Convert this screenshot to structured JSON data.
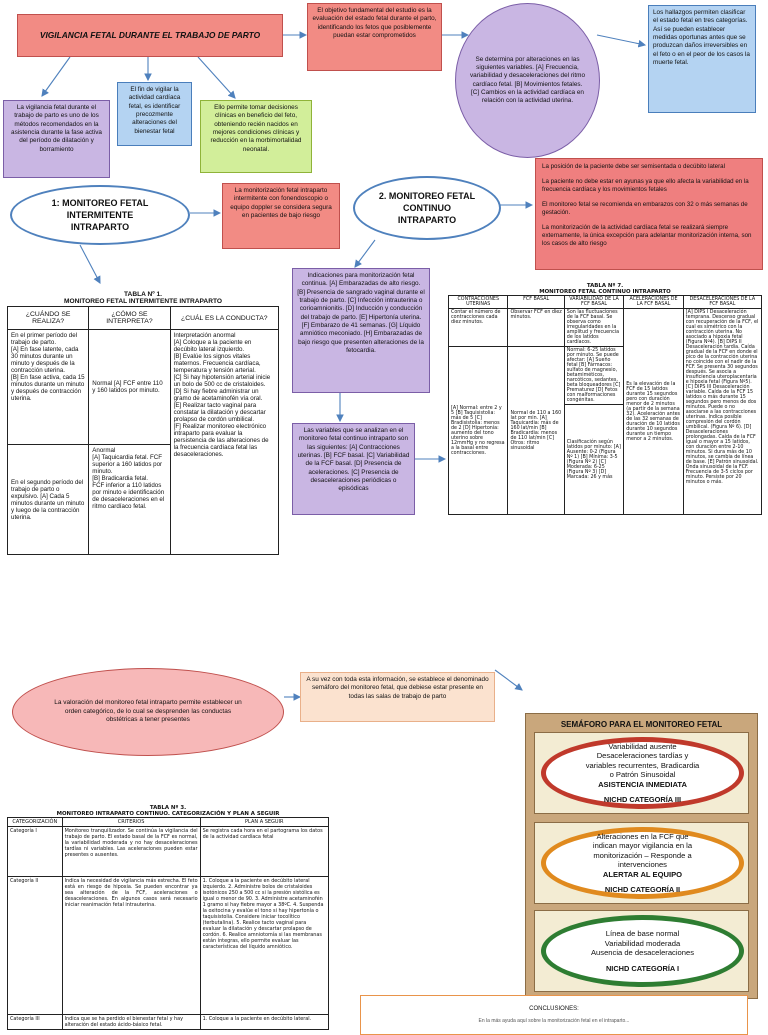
{
  "boxes": {
    "title": "VIGILANCIA FETAL DURANTE EL TRABAJO DE PARTO",
    "objective": "El objetivo fundamental del estudio es la evaluación del estado fetal durante el parto, identificando los fetos que posiblemente puedan estar comprometidos",
    "variables": "Se determina por alteraciones en las siguientes variables. [A] Frecuencia, variabilidad y desaceleraciones del ritmo cardíaco fetal. [B] Movimientos fetales. [C] Cambios en la actividad cardíaca en relación con la actividad uterina.",
    "findings": "Los hallazgos permiten clasificar el estado fetal en tres categorías. Así se pueden establecer medidas oportunas antes que se produzcan daños irreversibles en el feto o en el peor de los casos la muerte fetal.",
    "vigilancia": "La vigilancia fetal durante el trabajo de parto es uno de los métodos recomendados en la asistencia durante la fase activa del período de dilatación y borramiento",
    "purpose": "El fin de vigilar la actividad cardíaca fetal, es identificar precozmente alteraciones del bienestar fetal",
    "decisions": "Ello permite tomar decisiones clínicas en beneficio del feto, obteniendo recién nacidos en mejores condiciones clínicas y reducción en la morbimortalidad neonatal.",
    "intermittent_ellipse": "1: MONITOREO FETAL INTERMITENTE INTRAPARTO",
    "intermittent_desc": "La monitorización fetal intraparto intermitente con fonendoscopio o equipo doppler se considera segura en pacientes de bajo riesgo",
    "continuous_ellipse": "2. MONITOREO FETAL CONTINUO INTRAPARTO",
    "continuous_list": [
      "La posición de la paciente debe ser semisentada o decúbito lateral",
      "La paciente no debe estar en ayunas ya que ello afecta la variabilidad en la frecuencia cardíaca y los movimientos fetales",
      "El monitoreo fetal se recomienda en embarazos con 32 o más semanas de gestación.",
      "La monitorización de la actividad cardíaca fetal se realizará siempre externamente, la única excepción para adelantar monitorización interna, son los casos de alto riesgo"
    ],
    "indications": "Indicaciones para monitorización fetal continua. [A] Embarazadas de alto riesgo. [B] Presencia de sangrado vaginal durante el trabajo de parto. [C] Infección intrauterina o corioamnionitis. [D] Inducción y conducción del trabajo de parto. [E] Hipertonía uterina. [F] Embarazo de 41 semanas. [G] Líquido amniótico meconiado. [H] Embarazadas de bajo riesgo que presenten alteraciones de la fetocardia.",
    "analyzed": "Las variables que se analizan en el monitoreo fetal continuo intraparto son las siguientes: [A] Contracciones uterinas. [B] FCF basal. [C] Variabilidad de la FCF basal. [D] Presencia de aceleraciones. [C] Presencia de desaceleraciones periódicas o episódicas",
    "valuation": "La valoración del monitoreo fetal intraparto permite establecer un orden categórico, de lo cual se desprenden las conductas obstétricas a tener presentes",
    "semaforo_intro": "A su vez con toda esta información, se establece el denominado semáforo del monitoreo fetal, que debiese estar presente en todas las salas de trabajo de parto"
  },
  "table1": {
    "caption": "TABLA Nº 1.",
    "subcaption": "MONITOREO FETAL INTERMITENTE INTRAPARTO",
    "headers": [
      "¿CUÁNDO SE REALIZA?",
      "¿CÓMO SE INTERPRETA?",
      "¿CUÁL ES LA CONDUCTA?"
    ],
    "row1_when": [
      "En el primer período del trabajo de parto.",
      "[A] En fase latente, cada 30 minutos durante un minuto y después de la contracción uterina.",
      "[B] En fase activa, cada 15 minutos durante un minuto y después de contracción uterina."
    ],
    "row1_interp": "Normal [A] FCF entre 110 y 160 latidos por minuto.",
    "conduct": [
      "Interpretación anormal",
      "[A] Coloque a la paciente en decúbito lateral izquierdo.",
      "[B] Evalúe los signos vitales maternos. Frecuencia cardíaca, temperatura y tensión arterial.",
      "[C] Si hay hipotensión arterial inicie un bolo de 500 cc de cristaloides.",
      "[D] Si hay fiebre administrar un gramo de acetaminofén vía oral.",
      "[E] Realizar tacto vaginal para constatar la dilatación y descartar prolapso de cordón umbilical.",
      "[F] Realizar monitoreo electrónico intraparto para evaluar la persistencia de las alteraciones de la frecuencia cardíaca fetal las desaceleraciones."
    ],
    "row2_when": "En el segundo período del trabajo de parto o expulsivo. [A] Cada 5 minutos durante un minuto y luego de la contracción uterina.",
    "row2_interp": [
      "Anormal",
      "[A] Taquicardia fetal. FCF superior a 160 latidos por minuto.",
      "[B] Bradicardia fetal.",
      "FCF inferior a 110 latidos por minuto e identificación de desaceleraciones en el ritmo cardíaco fetal."
    ]
  },
  "table7": {
    "caption": "TABLA Nº 7.",
    "subcaption": "MONITOREO FETAL CONTINUO INTRAPARTO",
    "headers": [
      "CONTRACCIONES UTERINAS",
      "FCF BASAL",
      "VARIABILIDAD DE LA FCF BASAL",
      "ACELERACIONES DE LA FCF BASAL",
      "DESACELERACIONES DE LA FCF BASAL"
    ],
    "c1a": "Contar el número de contracciones cada diez minutos.",
    "c1b": "[A] Normal: entre 2 y 5 [B] Taquisistolia: más de 5 [C] Bradisistolia: menos de 2 [D] Hipertonía: aumento del tono uterino sobre 12mmHg y no regresa a la basal entre contracciones.",
    "c2a": "Observar FCF en diez minutos.",
    "c2b": "Normal de 110 a 160 lat por min. [A] Taquicardia: más de 160 lat/min [B] Bradicardia: menos de 110 lat/min [C] Otros: ritmo sinusoidal",
    "c3a": "Son las fluctuaciones de la FCF basal. Se observa como irregularidades en la amplitud y frecuencia de los latidos cardíacos.",
    "c3b": "Normal: 6-25 latidos por minuto. Se puede afectar: [A] Sueño fetal [B] Fármacos: sulfato de magnesio, betamiméticos, narcóticos, sedantes, beta bloqueadores [C] Prematurez [D] Fetos con malformaciones congénitas.",
    "c3c": "Clasificación según latidos por minuto: [A] Ausente: 0-2 (Figura Nº 1) [B] Mínima: 3-5 (Figura Nº 2) [C] Moderada: 6-25 (Figura Nº 3) [D] Marcada: 26 y más",
    "c4": "Es la elevación de la FCF de 15 latidos durante 15 segundos pero con duración menor de 2 minutos (a partir de la semana 32). Aceleración antes de las 32 semanas de duración de 10 latidos durante 10 segundos durante un tiempo menor a 2 minutos.",
    "c5": "[A] DIPS I Desaceleración temprana. Descenso gradual con recuperación de la FCF, el cual es simétrico con la contracción uterina. No asociado a hipoxia fetal (Figura Nº4). [B] DIPS II Desaceleración tardía. Caída gradual de la FCF en donde el pico de la contracción uterina no coincide con el nadir de la FCF. Se presenta 30 segundos después. Se asocia a insuficiencia uteroplacentaria e hipoxia fetal (Figura Nº5). [C] DIPS III Desaceleración variable. Caída de la FCF 15 latidos o más durante 15 segundos pero menos de dos minutos. Puede o no asociarse a las contracciones uterinas. Indica posible compresión del cordón umbilical. (Figura Nº 6). [D] Desaceleraciones prolongadas. Caída de la FCF igual o mayor a 15 latidos, con duración entre 2-10 minutos. Si dura más de 10 minutos, se cambia de línea de base. [E] Patrón sinusoidal. Onda sinusoidal de la FCF. Frecuencia de 3-5 ciclos por minuto. Persiste por 20 minutos o más."
  },
  "table3": {
    "caption": "TABLA Nº 3.",
    "subcaption": "MONITOREO INTRAPARTO CONTINUO. CATEGORIZACIÓN Y PLAN A SEGUIR",
    "headers": [
      "CATEGORIZACIÓN",
      "CRITERIOS",
      "PLAN A SEGUIR"
    ],
    "rows": [
      {
        "cat": "Categoría I",
        "crit": "Monitoreo tranquilizador. Se continúa la vigilancia del trabajo de parto. El estado basal de la FCF es normal, la variabilidad moderada y no hay desaceleraciones tardías ni variables. Las aceleraciones pueden estar presentes o ausentes.",
        "plan": "Se registra cada hora en el partograma los datos de la actividad cardíaca fetal"
      },
      {
        "cat": "Categoría II",
        "crit": "Indica la necesidad de vigilancia más estrecha. El feto está en riesgo de hipoxia. Se pueden encontrar ya sea alteración de la FCF, aceleraciones o desaceleraciones. En algunos casos será necesario iniciar reanimación fetal intrauterina.",
        "plan": "1. Coloque a la paciente en decúbito lateral izquierdo. 2. Administre bolos de cristaloides isotónicos 250 a 500 cc si la presión sistólica es igual o menor de 90. 3. Administre acetaminofén 1 gramo si hay fiebre mayor a 38ºC. 4. Suspenda la oxitocina y evalúe el tono si hay hipertonía o taquisistolia. Considere iniciar tocolítico (terbutalina). 5. Realice tacto vaginal para evaluar la dilatación y descartar prolapso de cordón. 6. Realice amniotomía si las membranas están íntegras, ello permite evaluar las características del líquido amniótico."
      },
      {
        "cat": "Categoría III",
        "crit": "Indica que se ha perdido el bienestar fetal y hay alteración del estado ácido-básico fetal.",
        "plan": "1. Coloque a la paciente en decúbito lateral."
      }
    ]
  },
  "semaforo": {
    "title": "SEMÁFORO PARA EL MONITOREO FETAL",
    "colors": {
      "red": "#c0392b",
      "orange": "#e08a1e",
      "green": "#2e7d32"
    },
    "levels": [
      {
        "l1": "Variabilidad ausente",
        "l2": "Desaceleraciones tardías y",
        "l3": "variables recurrentes, Bradicardia",
        "l4": "o Patrón Sinusoidal",
        "action": "ASISTENCIA INMEDIATA",
        "cat": "NICHD CATEGORÍA III"
      },
      {
        "l1": "Alteraciones en la FCF que",
        "l2": "indican mayor vigilancia en la",
        "l3": "monitorización – Responde a",
        "l4": "intervenciones",
        "action": "ALERTAR AL EQUIPO",
        "cat": "NICHD CATEGORÍA II"
      },
      {
        "l1": "Línea de base normal",
        "l2": "Variabilidad moderada",
        "l3": "Ausencia de desaceleraciones",
        "l4": "",
        "action": "",
        "cat": "NICHD CATEGORÍA I"
      }
    ]
  },
  "conclusions": {
    "title": "CONCLUSIONES:",
    "text": "En la más ayuda aquí sobre la monitorización fetal en el intraparto..."
  }
}
